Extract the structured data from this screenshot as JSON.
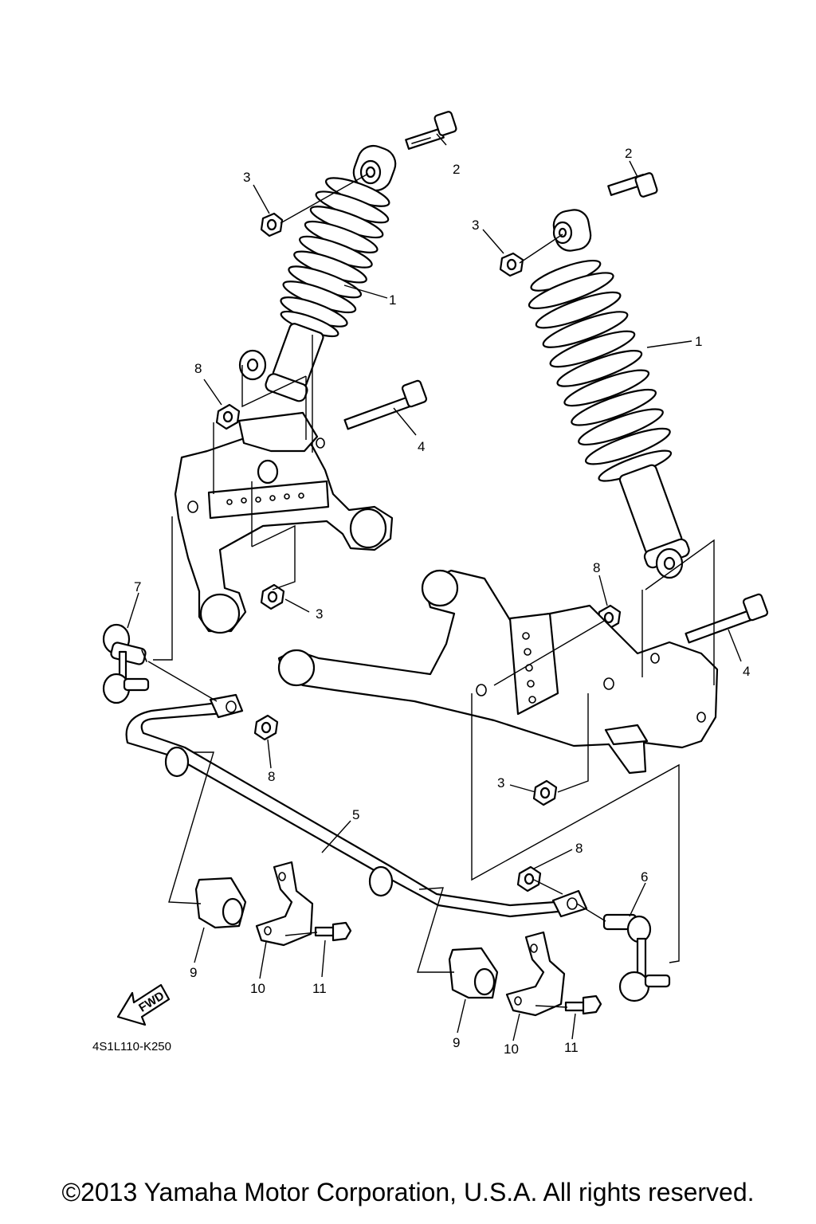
{
  "diagram": {
    "code": "4S1L110-K250",
    "fwd_label": "FWD",
    "callouts": {
      "c1a": "1",
      "c1b": "1",
      "c2a": "2",
      "c2b": "2",
      "c3a": "3",
      "c3b": "3",
      "c3c": "3",
      "c3d": "3",
      "c4a": "4",
      "c4b": "4",
      "c5": "5",
      "c6": "6",
      "c7": "7",
      "c8a": "8",
      "c8b": "8",
      "c8c": "8",
      "c8d": "8",
      "c9a": "9",
      "c9b": "9",
      "c10a": "10",
      "c10b": "10",
      "c11a": "11",
      "c11b": "11"
    }
  },
  "footer": {
    "copyright": "©2013 Yamaha Motor Corporation, U.S.A. All rights reserved."
  }
}
